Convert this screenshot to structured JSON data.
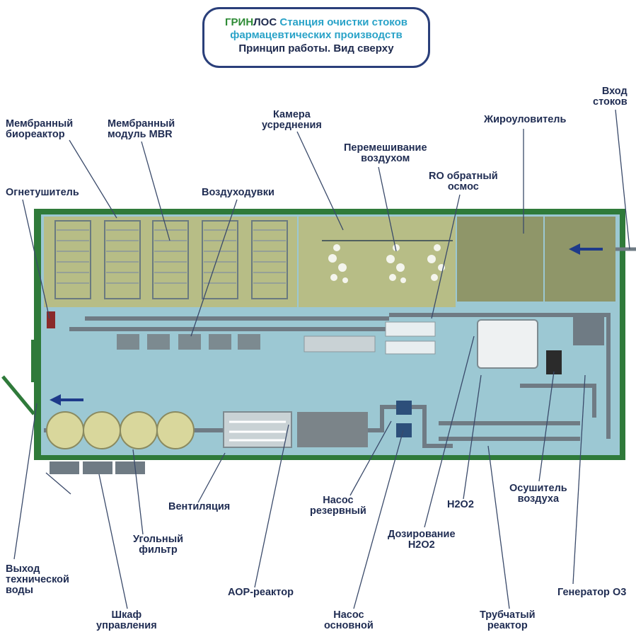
{
  "title": {
    "brand_part1": "ГРИН",
    "brand_part2": "ЛОС",
    "line1_rest": " Станция очистки стоков",
    "line2": "фармацевтических производств",
    "line3": "Принцип работы. Вид сверху"
  },
  "labels": {
    "membrane_bioreactor": "Мембранный\nбиореактор",
    "mbr_module": "Мембранный\nмодуль MBR",
    "equalization_chamber": "Камера\nусреднения",
    "air_mixing": "Перемешивание\nвоздухом",
    "ro_osmosis": "RO обратный\nосмос",
    "grease_trap": "Жироуловитель",
    "inlet": "Вход\nстоков",
    "extinguisher": "Огнетушитель",
    "blowers": "Воздуходувки",
    "ventilation": "Вентиляция",
    "carbon_filter": "Угольный\nфильтр",
    "outlet": "Выход\nтехнической\nводы",
    "control_cabinet": "Шкаф\nуправления",
    "aop_reactor": "АОР-реактор",
    "pump_reserve": "Насос\nрезервный",
    "pump_main": "Насос\nосновной",
    "h2o2_dosing": "Дозирование\nH2O2",
    "h2o2": "H2O2",
    "air_dryer": "Осушитель\nвоздуха",
    "tubular_reactor": "Трубчатый\nреактор",
    "ozone_generator": "Генератор O3"
  },
  "colors": {
    "frame": "#2f7a3a",
    "floor": "#9cc8d3",
    "tank": "#b7bd86",
    "tank_dark": "#8f9669",
    "pipe": "#6f7b84",
    "label": "#1f2c52",
    "arrow": "#1e3a8a"
  }
}
